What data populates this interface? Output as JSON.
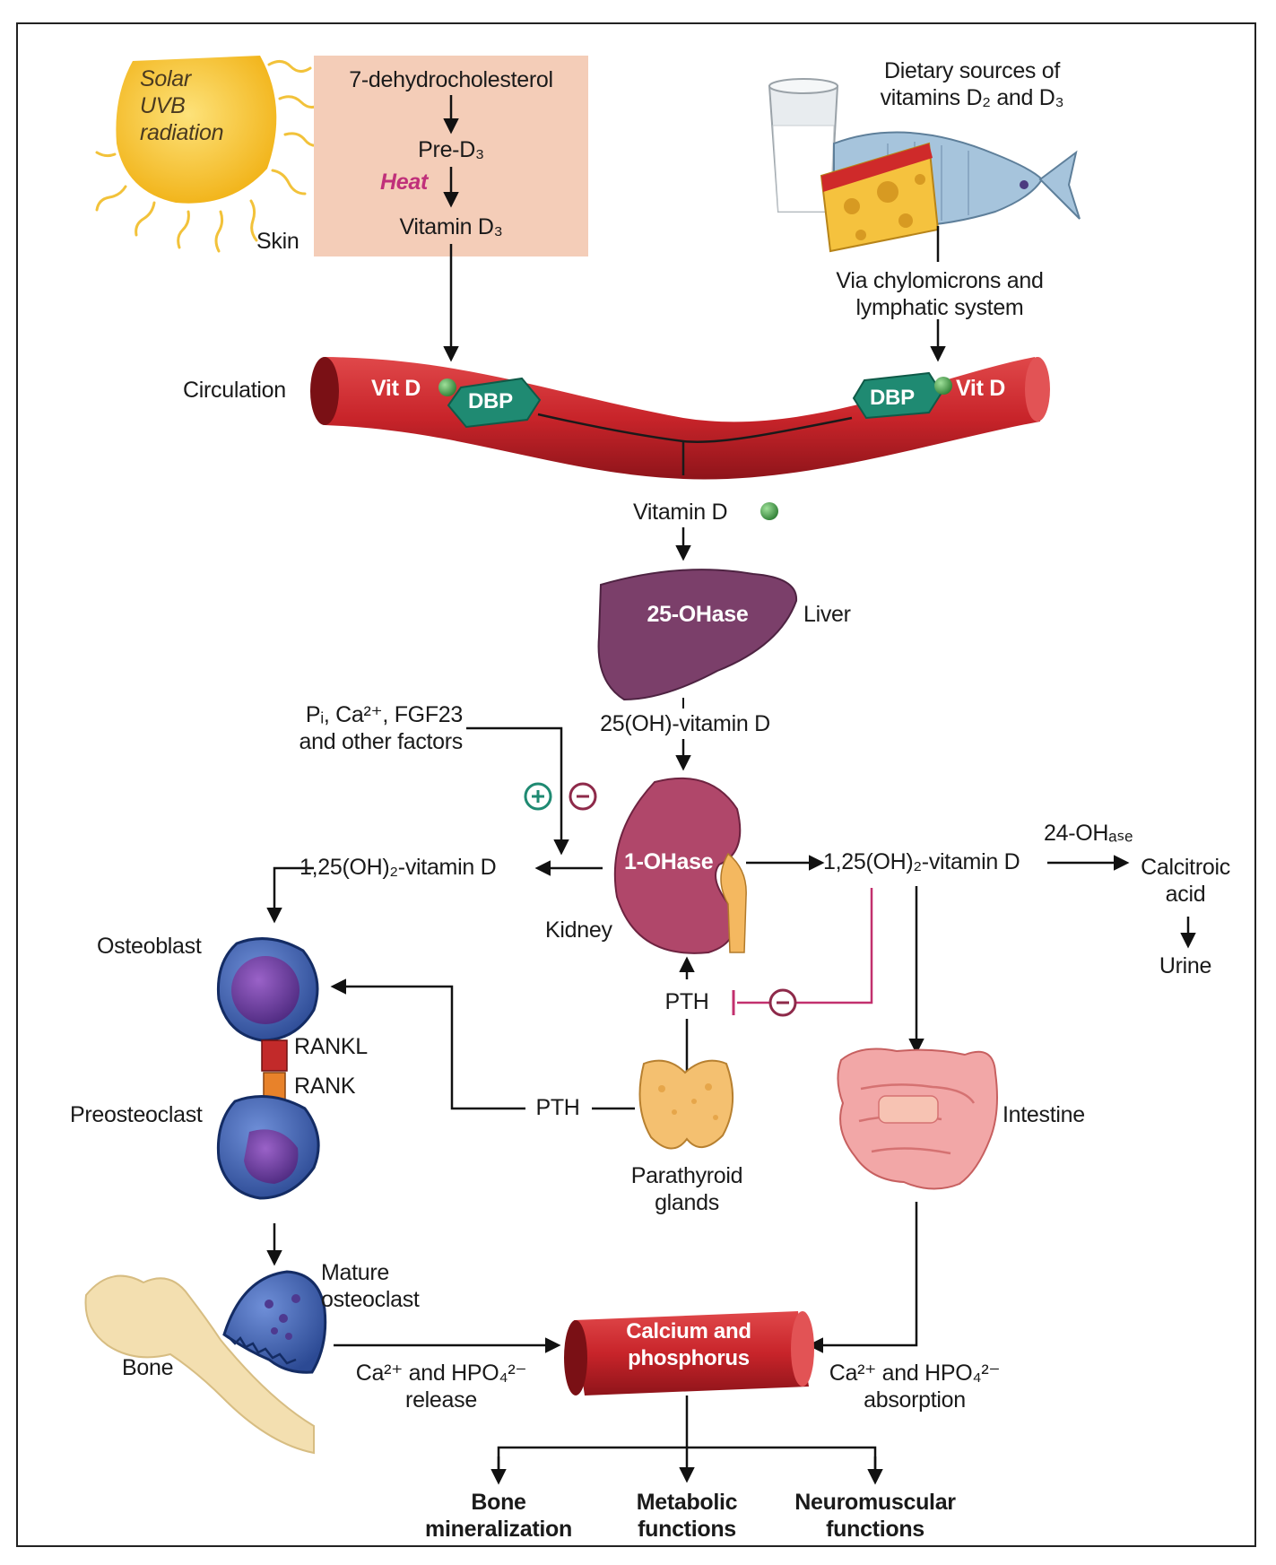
{
  "sun": {
    "line1": "Solar",
    "line2": "UVB",
    "line3": "radiation"
  },
  "skin": {
    "label": "Skin",
    "step1": "7-dehydrocholesterol",
    "step2": "Pre-D₃",
    "heat": "Heat",
    "step3": "Vitamin D₃"
  },
  "diet": {
    "line1": "Dietary sources of",
    "line2": "vitamins D₂ and D₃",
    "via1": "Via chylomicrons and",
    "via2": "lymphatic system"
  },
  "circulation": {
    "label": "Circulation",
    "vitd_left": "Vit D",
    "vitd_right": "Vit D",
    "dbp_left": "DBP",
    "dbp_right": "DBP",
    "vitamin_d": "Vitamin D"
  },
  "liver": {
    "enzyme": "25-OHase",
    "label": "Liver",
    "product": "25(OH)-vitamin D"
  },
  "regulators": {
    "line1": "Pᵢ, Ca²⁺, FGF23",
    "line2": "and other factors",
    "plus": "+",
    "minus": "−"
  },
  "kidney": {
    "enzyme": "1-OHase",
    "label": "Kidney",
    "product_left": "1,25(OH)₂-vitamin D",
    "product_right": "1,25(OH)₂-vitamin D"
  },
  "catabolism": {
    "enzyme": "24-OHₐₛₑ",
    "product1": "Calcitroic",
    "product2": "acid",
    "excretion": "Urine"
  },
  "pth": {
    "label_kidney": "PTH",
    "label_bone": "PTH",
    "inhibit": "−",
    "glands1": "Parathyroid",
    "glands2": "glands"
  },
  "bone_cells": {
    "osteoblast": "Osteoblast",
    "rankl": "RANKL",
    "rank": "RANK",
    "preosteoclast": "Preosteoclast",
    "mature1": "Mature",
    "mature2": "osteoclast",
    "bone": "Bone"
  },
  "intestine": {
    "label": "Intestine"
  },
  "minerals": {
    "line1": "Calcium and",
    "line2": "phosphorus",
    "release1": "Ca²⁺ and HPO₄²⁻",
    "release2": "release",
    "absorb1": "Ca²⁺ and HPO₄²⁻",
    "absorb2": "absorption"
  },
  "outcomes": {
    "bone1": "Bone",
    "bone2": "mineralization",
    "meta1": "Metabolic",
    "meta2": "functions",
    "neuro1": "Neuromuscular",
    "neuro2": "functions"
  },
  "colors": {
    "vessel": "#c8242a",
    "vessel_dark": "#8e141a",
    "skin_box": "#f4cdb8",
    "sun": "#f5c02a",
    "dbp": "#1f8a72",
    "liver": "#7b3f6a",
    "kidney": "#b0476a",
    "inhibit": "#c2306e",
    "cell": "#3a5aa8",
    "cell_nucleus": "#6a3f9a",
    "intestine": "#f2a7a7",
    "parathyroid": "#f4c070",
    "bone": "#f3dfb0"
  }
}
